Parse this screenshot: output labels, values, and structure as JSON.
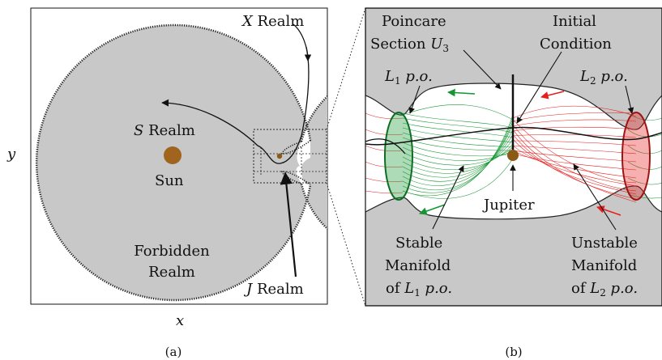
{
  "panel_a": {
    "caption": "(a)",
    "axis_x": "x",
    "axis_y": "y",
    "x_realm": {
      "var": "X",
      "word": " Realm"
    },
    "s_realm": {
      "var": "S",
      "word": " Realm"
    },
    "j_realm": {
      "var": "J",
      "word": " Realm"
    },
    "sun": "Sun",
    "forbidden_1": "Forbidden",
    "forbidden_2": "Realm"
  },
  "panel_b": {
    "caption": "(b)",
    "poincare_1": "Poincare",
    "poincare_2": {
      "word": "Section ",
      "var": "U",
      "sub": "3"
    },
    "initial_1": "Initial",
    "initial_2": "Condition",
    "l1_po": {
      "var": "L",
      "sub": "1",
      "tail": " p.o."
    },
    "l2_po": {
      "var": "L",
      "sub": "2",
      "tail": " p.o."
    },
    "jupiter": "Jupiter",
    "stable_1": "Stable",
    "stable_2": "Manifold",
    "stable_3": {
      "word": "of ",
      "var": "L",
      "sub": "1",
      "tail": " p.o."
    },
    "unstable_1": "Unstable",
    "unstable_2": "Manifold",
    "unstable_3": {
      "word": "of ",
      "var": "L",
      "sub": "2",
      "tail": " p.o."
    }
  },
  "colors": {
    "forbidden": "#c8c8c8",
    "sun": "#a0641e",
    "jupiter": "#8b5a16",
    "stable": "#149632",
    "unstable": "#e61e1e"
  }
}
